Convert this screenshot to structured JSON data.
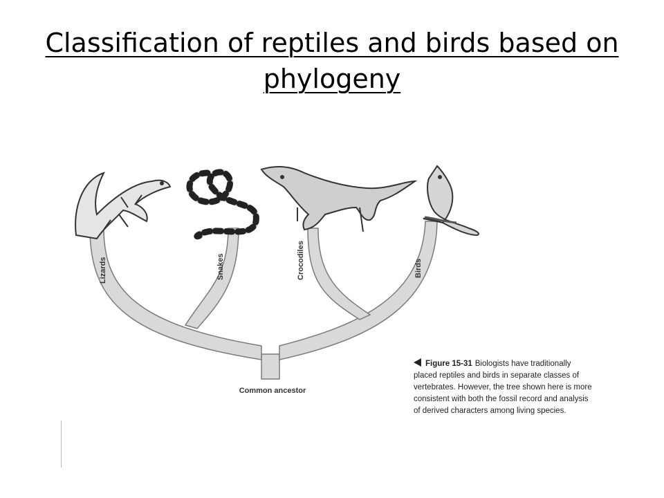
{
  "slide": {
    "title": "Classification of reptiles and birds based on phylogeny"
  },
  "tree": {
    "labels": {
      "lizards": "Lizards",
      "snakes": "Snakes",
      "crocodiles": "Crocodiles",
      "birds": "Birds",
      "root": "Common ancestor"
    }
  },
  "caption": {
    "figure_label": "Figure 15-31",
    "text": "Biologists have traditionally placed reptiles and birds in separate classes of vertebrates. However, the tree shown here is more consistent with both the fossil record and analysis of derived characters among living species."
  },
  "colors": {
    "branch_fill": "#d9d9d9",
    "branch_stroke": "#7a7a7a",
    "animal_stroke": "#333333"
  }
}
